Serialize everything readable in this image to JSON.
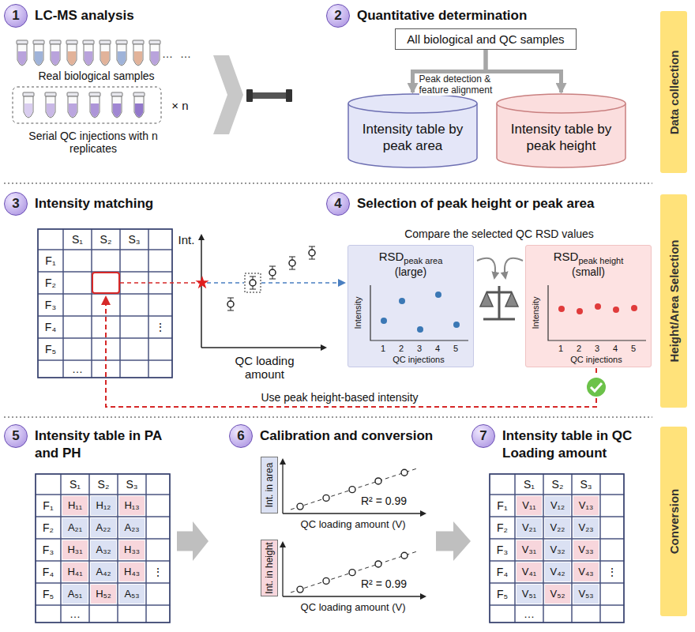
{
  "diagram": {
    "nodes": [
      {
        "text": [
          "1",
          "LC-MS analysis"
        ]
      },
      {
        "text": [
          "2",
          "Quantitative determination"
        ]
      },
      {
        "text": [
          "Data collection"
        ]
      },
      {
        "text": [
          "All biological and QC samples"
        ]
      },
      {
        "text": [
          "Intensity table by peak area"
        ]
      },
      {
        "text": [
          "Intensity table by peak height"
        ]
      },
      {
        "text": [
          "3",
          "Intensity matching"
        ]
      },
      {
        "text": [
          "4",
          "Selection of peak height or peak area"
        ]
      },
      {
        "text": [
          "Height/Area Selection"
        ]
      },
      {
        "text": [
          "RSD",
          "peak area",
          "(large)"
        ]
      },
      {
        "text": [
          "RSD",
          "peak height",
          "(small)"
        ]
      },
      {
        "text": [
          "5",
          "Intensity table in PA and PH"
        ]
      },
      {
        "text": [
          "6",
          "Calibration and conversion"
        ]
      },
      {
        "text": [
          "7",
          "Intensity table in QC Loading amount"
        ]
      },
      {
        "text": [
          "Conversion"
        ]
      },
      {
        "text": [
          "Int. in area"
        ]
      },
      {
        "text": [
          "Int. in height"
        ]
      }
    ],
    "edges": [
      {
        "from": 3,
        "to": 4,
        "arrow": "to",
        "label": "Peak detection & feature alignment"
      },
      {
        "from": 3,
        "to": 5,
        "arrow": "to"
      }
    ],
    "labels": [
      "…",
      "…",
      "Real biological samples",
      "× n",
      "Serial QC injections with n replicates",
      "S₁",
      "S₂",
      "S₃",
      "F₁",
      "F₂",
      "F₃",
      "F₄",
      "F₅",
      "⋮",
      "…",
      "Int.",
      "QC loading amount",
      "Compare the selected QC RSD values",
      "Intensity",
      "1",
      "2",
      "3",
      "4",
      "5",
      "QC injections",
      "Intensity",
      "1",
      "2",
      "3",
      "4",
      "5",
      "QC injections",
      "Use peak height-based intensity",
      "S₁",
      "S₂",
      "S₃",
      "F₁",
      "F₂",
      "F₃",
      "F₄",
      "F₅",
      "H₁₁",
      "H₁₂",
      "H₁₃",
      "A₂₁",
      "A₂₂",
      "A₂₃",
      "H₃₁",
      "A₃₂",
      "H₃₃",
      "H₄₁",
      "A₄₂",
      "H₄₃",
      "A₅₁",
      "H₅₂",
      "A₅₃",
      "⋮",
      "…",
      "R² = 0.99",
      "QC loading amount (V)",
      "R² = 0.99",
      "QC loading amount (V)",
      "S₁",
      "S₂",
      "S₃",
      "F₁",
      "F₂",
      "F₃",
      "F₄",
      "F₅",
      "V₁₁",
      "V₁₂",
      "V₁₃",
      "V₂₁",
      "V₂₂",
      "V₂₃",
      "V₃₁",
      "V₃₂",
      "V₃₃",
      "V₄₁",
      "V₄₂",
      "V₄₃",
      "V₅₁",
      "V₅₂",
      "V₅₃",
      "⋮",
      "…"
    ]
  }
}
